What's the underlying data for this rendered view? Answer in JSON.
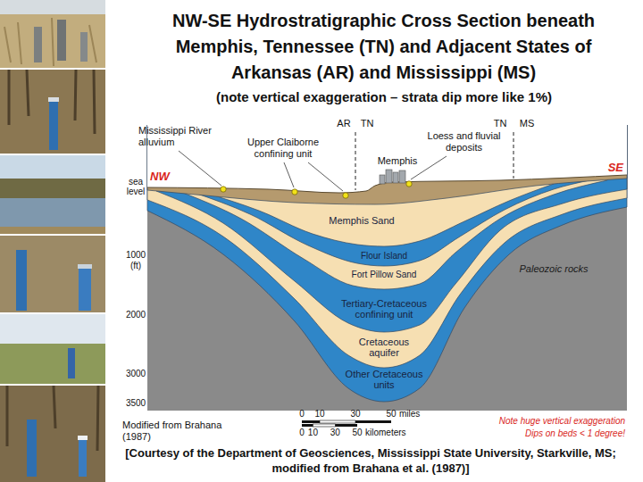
{
  "diagram": {
    "title": "NW-SE Hydrostratigraphic Cross Section beneath Memphis, Tennessee (TN) and Adjacent States of Arkansas (AR) and Mississippi (MS)",
    "caption": "[Courtesy of the Department of Geosciences, Mississippi State University, Starkville, MS; modified from Brahana et al. (1987)]",
    "labels": [
      "(note vertical exaggeration – strata dip more like 1%)",
      "Mississippi River alluvium",
      "Upper Claiborne confining unit",
      "AR",
      "TN",
      "Loess and fluvial deposits",
      "TN",
      "MS",
      "Memphis",
      "NW",
      "SE",
      "sea level",
      "Memphis Sand",
      "1000 (ft)",
      "Flour Island",
      "Fort Pillow Sand",
      "Tertiary-Cretaceous confining unit",
      "2000",
      "Paleozoic rocks",
      "Cretaceous aquifer",
      "3000",
      "Other Cretaceous units",
      "3500",
      "0",
      "10",
      "30",
      "50",
      "miles",
      "0",
      "10",
      "30",
      "50",
      "kilometers",
      "Modified from Brahana (1987)",
      "Note huge vertical exaggeration",
      "Dips on beds < 1 degree!"
    ]
  }
}
